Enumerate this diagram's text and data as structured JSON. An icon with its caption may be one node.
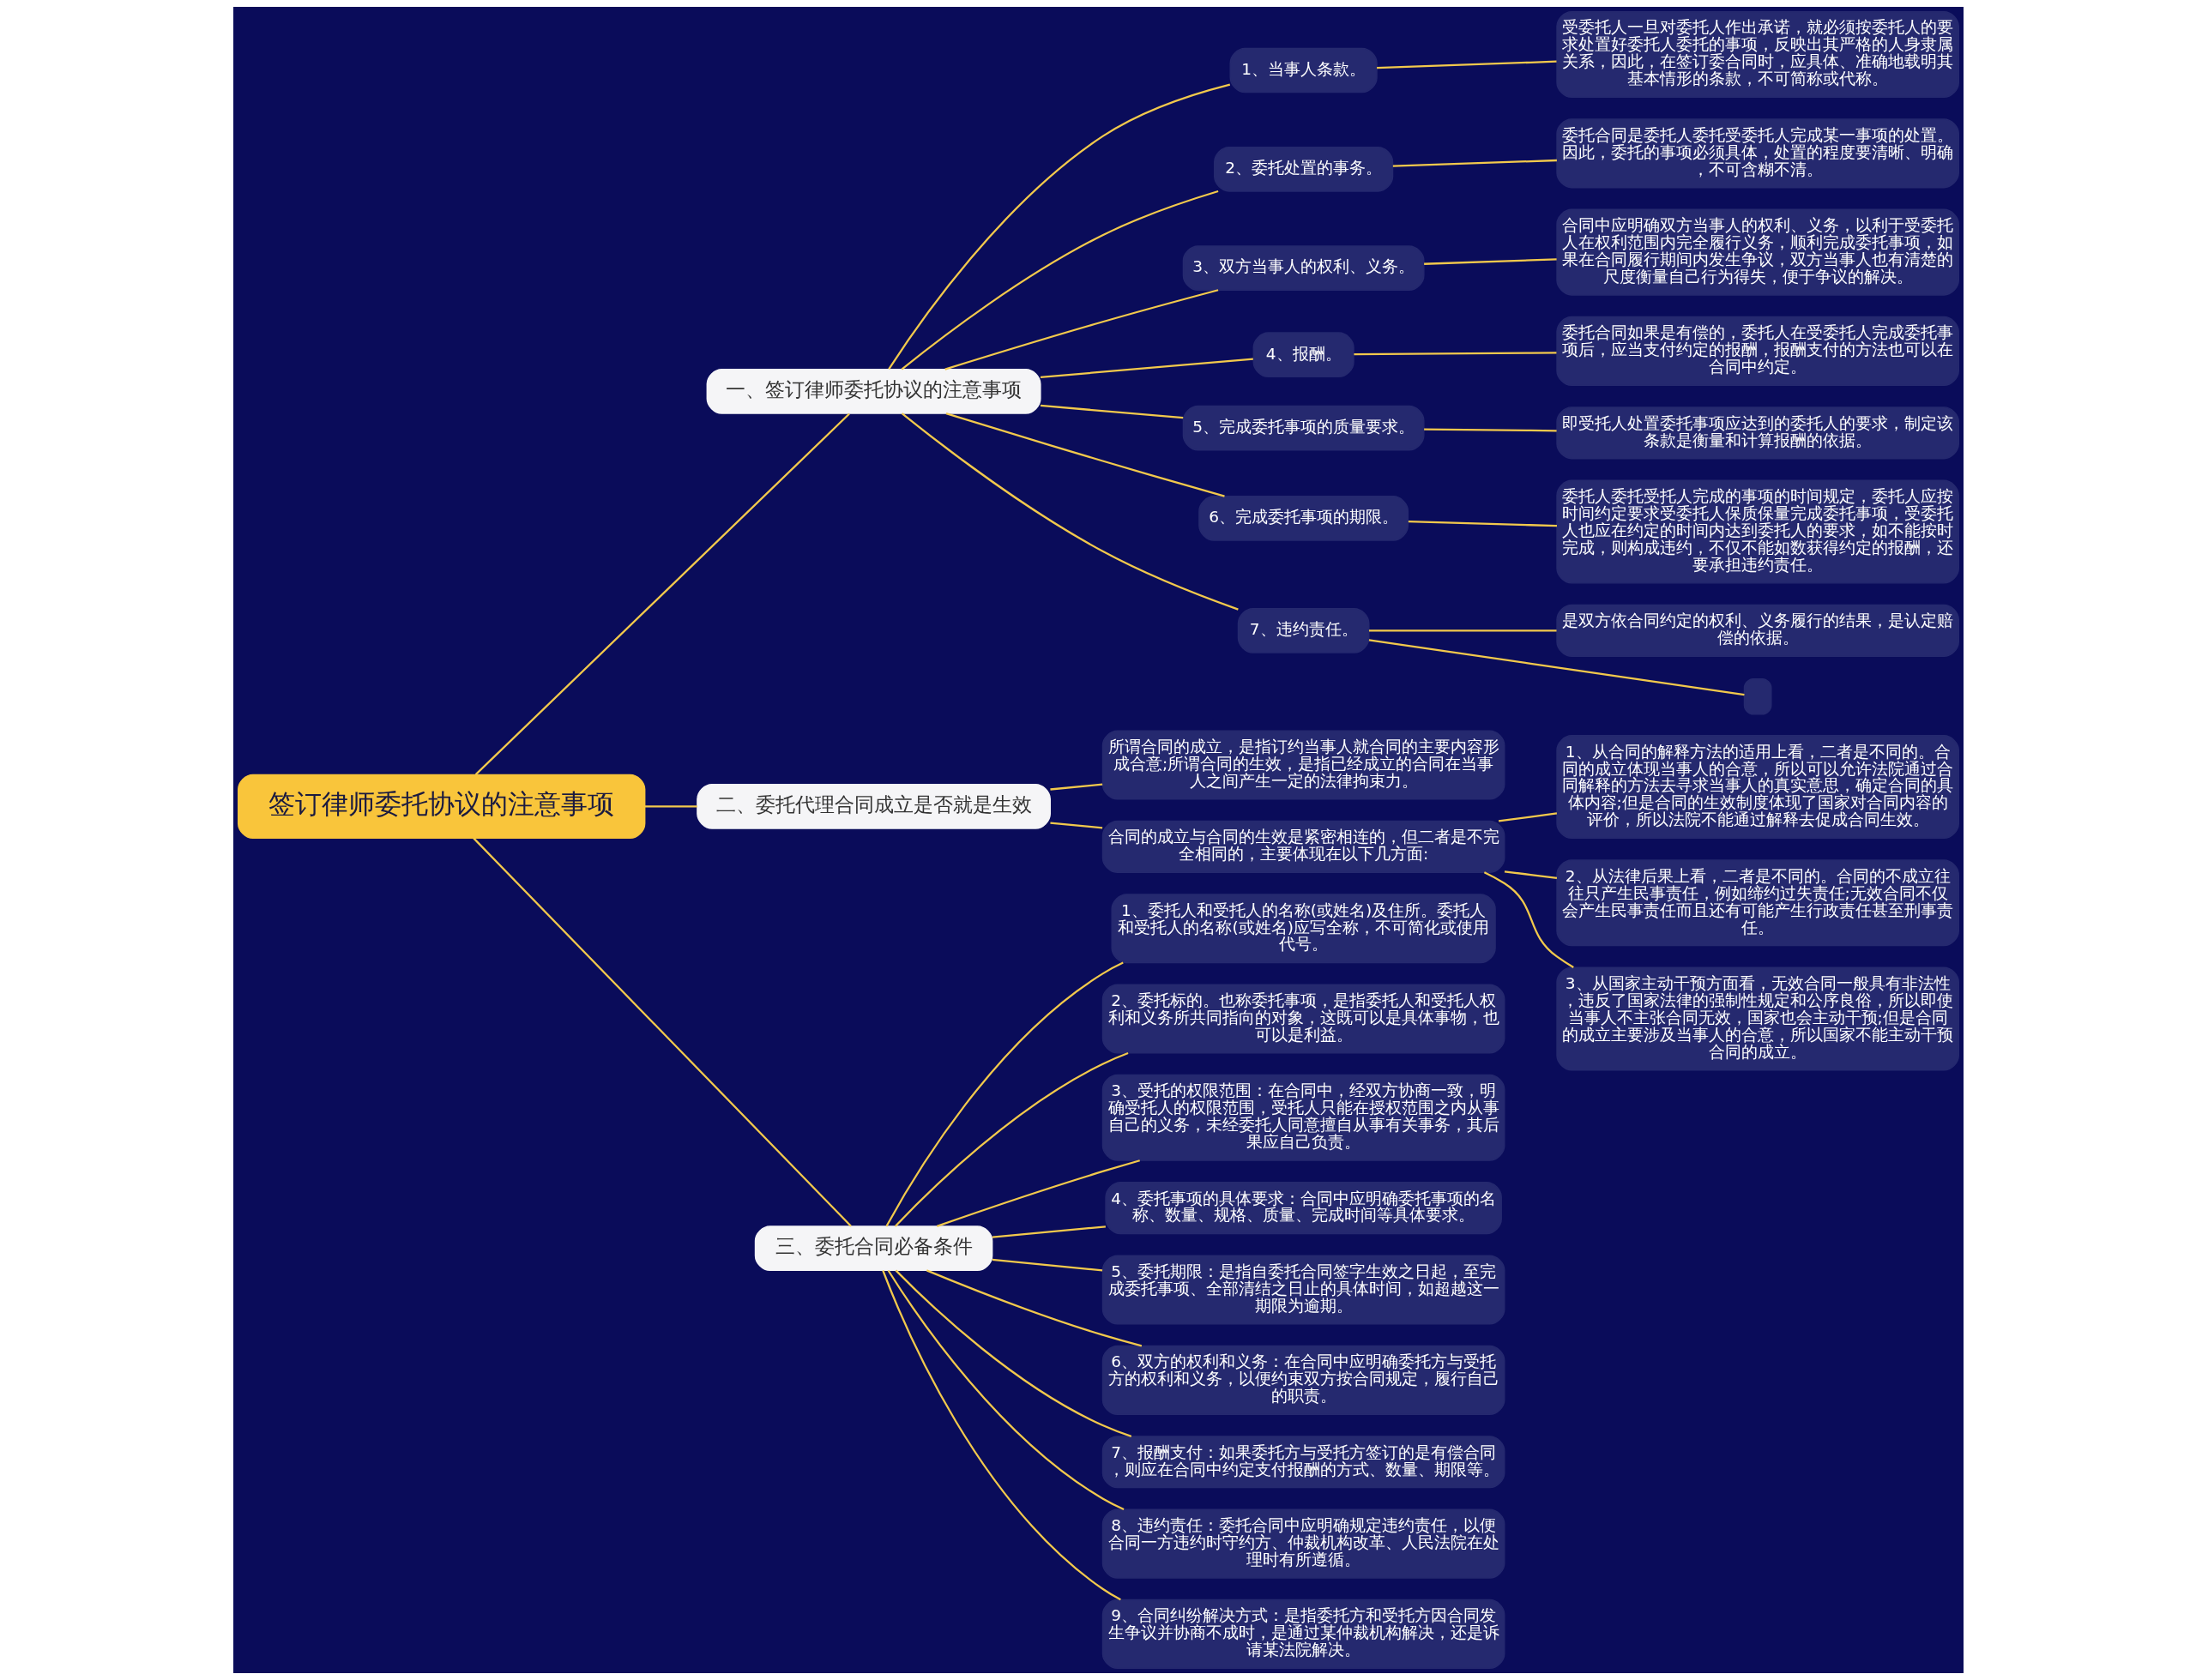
{
  "diagram": {
    "nodes": [
      {
        "text": [
          "签订律师委托协议的注意事项"
        ]
      },
      {
        "text": [
          "一、签订律师委托协议的注意事项"
        ]
      },
      {
        "text": [
          "1、当事人条款。"
        ]
      },
      {
        "text": [
          "受委托人一旦对委托人作出承诺，就必须按委托人的要求处置好委托人委托的事项，反映出其严格的人身隶属关系，因此，在签订委合同时，应具体、准确地载明其基本情形的条款，不可简称或代称。"
        ]
      },
      {
        "text": [
          "2、委托处置的事务。"
        ]
      },
      {
        "text": [
          "委托合同是委托人委托受委托人完成某一事项的处置。因此，委托的事项必须具体，处置的程度要清晰、明确，不可含糊不清。"
        ]
      },
      {
        "text": [
          "3、双方当事人的权利、义务。"
        ]
      },
      {
        "text": [
          "合同中应明确双方当事人的权利、义务，以利于受委托人在权利范围内完全履行义务，顺利完成委托事项，如果在合同履行期间内发生争议，双方当事人也有清楚的尺度衡量自己行为得失，便于争议的解决。"
        ]
      },
      {
        "text": [
          "4、报酬。"
        ]
      },
      {
        "text": [
          "委托合同如果是有偿的，委托人在受委托人完成委托事项后，应当支付约定的报酬，报酬支付的方法也可以在合同中约定。"
        ]
      },
      {
        "text": [
          "5、完成委托事项的质量要求。"
        ]
      },
      {
        "text": [
          "即受托人处置委托事项应达到的委托人的要求，制定该条款是衡量和计算报酬的依据。"
        ]
      },
      {
        "text": [
          "6、完成委托事项的期限。"
        ]
      },
      {
        "text": [
          "委托人委托受托人完成的事项的时间规定，委托人应按时间约定要求受委托人保质保量完成委托事项，受委托人也应在约定的时间内达到委托人的要求，如不能按时完成，则构成违约，不仅不能如数获得约定的报酬，还要承担违约责任。"
        ]
      },
      {
        "text": [
          "7、违约责任。"
        ]
      },
      {
        "text": [
          "是双方依合同约定的权利、义务履行的结果，是认定赔偿的依据。"
        ]
      },
      {
        "text": [],
        "shape": "box"
      },
      {
        "text": [
          "二、委托代理合同成立是否就是生效"
        ]
      },
      {
        "text": [
          "所谓合同的成立，是指订约当事人就合同的主要内容形成合意;所谓合同的生效，是指已经成立的合同在当事人之间产生一定的法律拘束力。"
        ]
      },
      {
        "text": [
          "合同的成立与合同的生效是紧密相连的，但二者是不完全相同的，主要体现在以下几方面:"
        ]
      },
      {
        "text": [
          "1、从合同的解释方法的适用上看，二者是不同的。合同的成立体现当事人的合意，所以可以允许法院通过合同解释的方法去寻求当事人的真实意思，确定合同的具体内容;但是合同的生效制度体现了国家对合同内容的评价，所以法院不能通过解释去促成合同生效。"
        ]
      },
      {
        "text": [
          "2、从法律后果上看，二者是不同的。合同的不成立往往只产生民事责任，例如缔约过失责任;无效合同不仅会产生民事责任而且还有可能产生行政责任甚至刑事责任。"
        ]
      },
      {
        "text": [
          "3、从国家主动干预方面看，无效合同一般具有非法性，违反了国家法律的强制性规定和公序良俗，所以即使当事人不主张合同无效，国家也会主动干预;但是合同的成立主要涉及当事人的合意，所以国家不能主动干预合同的成立。"
        ]
      },
      {
        "text": [
          "三、委托合同必备条件"
        ]
      },
      {
        "text": [
          "1、委托人和受托人的名称(或姓名)及住所。委托人和受托人的名称(或姓名)应写全称，不可简化或使用代号。"
        ]
      },
      {
        "text": [
          "2、委托标的。也称委托事项，是指委托人和受托人权利和义务所共同指向的对象，这既可以是具体事物，也可以是利益。"
        ]
      },
      {
        "text": [
          "3、受托的权限范围：在合同中，经双方协商一致，明确受托人的权限范围，受托人只能在授权范围之内从事自己的义务，未经委托人同意擅自从事有关事务，其后果应自己负责。"
        ]
      },
      {
        "text": [
          "4、委托事项的具体要求：合同中应明确委托事项的名称、数量、规格、质量、完成时间等具体要求。"
        ]
      },
      {
        "text": [
          "5、委托期限：是指自委托合同签字生效之日起，至完成委托事项、全部清结之日止的具体时间，如超越这一期限为逾期。"
        ]
      },
      {
        "text": [
          "6、双方的权利和义务：在合同中应明确委托方与受托方的权利和义务，以便约束双方按合同规定，履行自己的职责。"
        ]
      },
      {
        "text": [
          "7、报酬支付：如果委托方与受托方签订的是有偿合同，则应在合同中约定支付报酬的方式、数量、期限等。"
        ]
      },
      {
        "text": [
          "8、违约责任：委托合同中应明确规定违约责任，以便合同一方违约时守约方、仲裁机构改革、人民法院在处理时有所遵循。"
        ]
      },
      {
        "text": [
          "9、合同纠纷解决方式：是指委托方和受托方因合同发生争议并协商不成时，是通过某仲裁机构解决，还是诉请某法院解决。"
        ]
      }
    ],
    "edges": [
      {
        "from": 0,
        "to": 1,
        "arrow": "none"
      },
      {
        "from": 1,
        "to": 2,
        "arrow": "none"
      },
      {
        "from": 2,
        "to": 3,
        "arrow": "none"
      },
      {
        "from": 1,
        "to": 4,
        "arrow": "none"
      },
      {
        "from": 4,
        "to": 5,
        "arrow": "none"
      },
      {
        "from": 1,
        "to": 6,
        "arrow": "none"
      },
      {
        "from": 6,
        "to": 7,
        "arrow": "none"
      },
      {
        "from": 1,
        "to": 8,
        "arrow": "none"
      },
      {
        "from": 8,
        "to": 9,
        "arrow": "none"
      },
      {
        "from": 1,
        "to": 10,
        "arrow": "none"
      },
      {
        "from": 10,
        "to": 11,
        "arrow": "none"
      },
      {
        "from": 1,
        "to": 12,
        "arrow": "none"
      },
      {
        "from": 12,
        "to": 13,
        "arrow": "none"
      },
      {
        "from": 1,
        "to": 14,
        "arrow": "none"
      },
      {
        "from": 14,
        "to": 15,
        "arrow": "none"
      },
      {
        "from": 14,
        "to": 16,
        "arrow": "none"
      },
      {
        "from": 0,
        "to": 17,
        "arrow": "none"
      },
      {
        "from": 17,
        "to": 18,
        "arrow": "none"
      },
      {
        "from": 17,
        "to": 19,
        "arrow": "none"
      },
      {
        "from": 19,
        "to": 20,
        "arrow": "none"
      },
      {
        "from": 19,
        "to": 21,
        "arrow": "none"
      },
      {
        "from": 19,
        "to": 22,
        "arrow": "none"
      },
      {
        "from": 0,
        "to": 23,
        "arrow": "none"
      },
      {
        "from": 23,
        "to": 24,
        "arrow": "none"
      },
      {
        "from": 23,
        "to": 25,
        "arrow": "none"
      },
      {
        "from": 23,
        "to": 26,
        "arrow": "none"
      },
      {
        "from": 23,
        "to": 27,
        "arrow": "none"
      },
      {
        "from": 23,
        "to": 28,
        "arrow": "none"
      },
      {
        "from": 23,
        "to": 29,
        "arrow": "none"
      },
      {
        "from": 23,
        "to": 30,
        "arrow": "none"
      },
      {
        "from": 23,
        "to": 31,
        "arrow": "none"
      },
      {
        "from": 23,
        "to": 32,
        "arrow": "none"
      }
    ]
  }
}
